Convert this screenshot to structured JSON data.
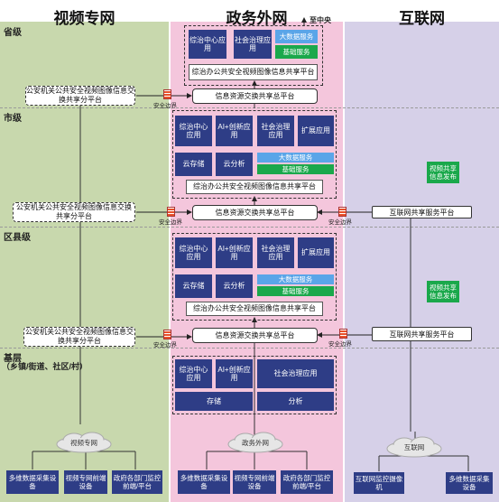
{
  "columns": {
    "video": "视频专网",
    "gov": "政务外网",
    "internet": "互联网"
  },
  "levels": {
    "province": "省级",
    "city": "市级",
    "county": "区县级",
    "grassroots": "基层",
    "grassroots_sub": "（乡镇/街道、社区/村）"
  },
  "to_central": "至中央",
  "province": {
    "apps": [
      "综治中心应用",
      "社会治理应用"
    ],
    "bigdata": "大数据服务",
    "basic": "基础服务",
    "platform": "综治办公共安全视频图像信息共享平台",
    "exchange": "信息资源交换共享总平台",
    "video_platform": "公安机关公共安全视频图像信息交换共享分平台",
    "boundary": "安全边界"
  },
  "city": {
    "apps": [
      "综治中心应用",
      "AI+创新应用",
      "社会治理应用",
      "扩展应用"
    ],
    "storage": "云存储",
    "analysis": "云分析",
    "bigdata": "大数据服务",
    "basic": "基础服务",
    "platform": "综治办公共安全视频图像信息共享平台",
    "exchange": "信息资源交换共享总平台",
    "video_platform": "公安机关公共安全视频图像信息交换共享分平台",
    "internet_platform": "互联网共享服务平台",
    "publish": "视频共享信息发布",
    "boundary_left": "安全边界",
    "boundary_right": "安全边界"
  },
  "county": {
    "apps": [
      "综治中心应用",
      "AI+创新应用",
      "社会治理应用",
      "扩展应用"
    ],
    "storage": "云存储",
    "analysis": "云分析",
    "bigdata": "大数据服务",
    "basic": "基础服务",
    "platform": "综治办公共安全视频图像信息共享平台",
    "exchange": "信息资源交换共享总平台",
    "video_platform": "公安机关公共安全视频图像信息交换共享分平台",
    "internet_platform": "互联网共享服务平台",
    "publish": "视频共享信息发布",
    "boundary_left": "安全边界",
    "boundary_right": "安全边界"
  },
  "grassroots": {
    "apps": [
      "综治中心应用",
      "AI+创新应用",
      "社会治理应用"
    ],
    "storage": "存储",
    "analysis": "分析",
    "clouds": {
      "video": "视频专网",
      "gov": "政务外网",
      "internet": "互联网"
    },
    "video_devices": [
      "多维数据采集设备",
      "视频专网前端设备",
      "政府各部门监控前端/平台"
    ],
    "gov_devices": [
      "多维数据采集设备",
      "视频专网前端设备",
      "政府各部门监控前端/平台"
    ],
    "internet_devices": [
      "互联网监控摄像机",
      "多维数据采集设备"
    ]
  },
  "colors": {
    "video_bg": "#c8d8ad",
    "gov_bg": "#f4c6dc",
    "internet_bg": "#d6d0e8",
    "navy": "#2e3d86",
    "green": "#1aa84b",
    "blue": "#5aa5e8"
  }
}
